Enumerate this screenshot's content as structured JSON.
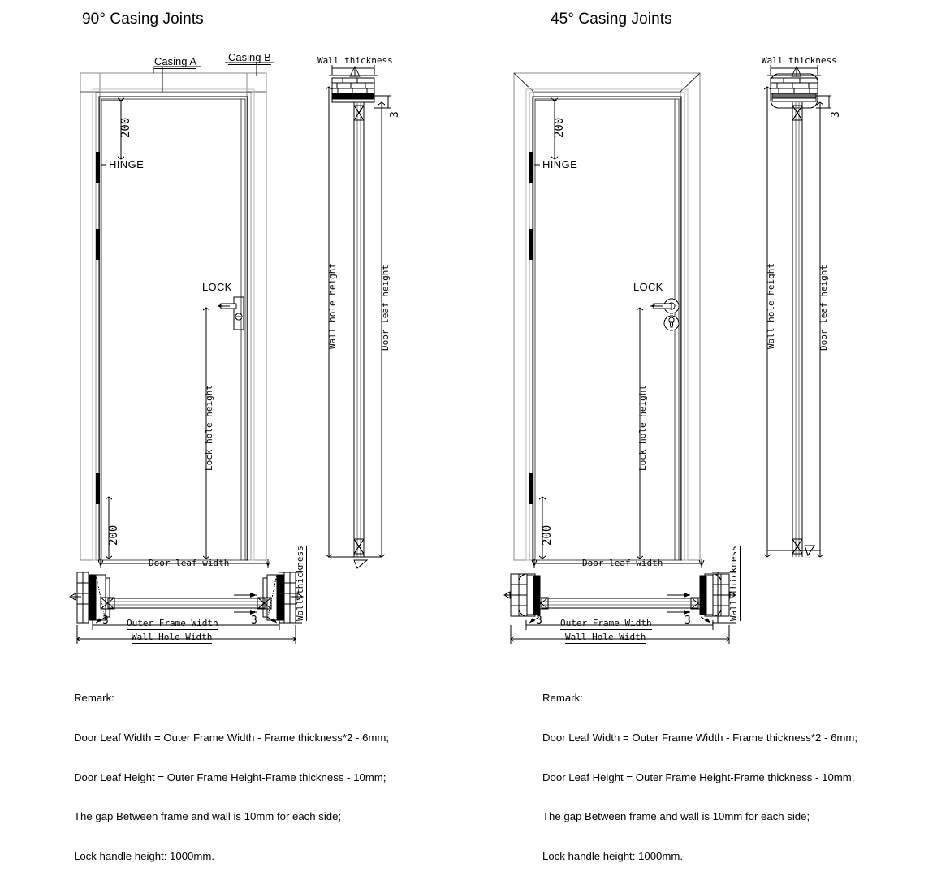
{
  "document": {
    "type": "technical-drawing",
    "subject": "Door frame casing joint details",
    "panels": 2
  },
  "panels": [
    {
      "id": "casing-90",
      "title": "90° Casing Joints",
      "joint_angle": "90°",
      "elevation": {
        "casing_a_label": "Casing A",
        "casing_b_label": "Casing B",
        "hinge_label": "HINGE",
        "hinge_top_offset": "200",
        "hinge_bottom_offset": "200",
        "lock_label": "LOCK",
        "lock_hole_height_label": "Lock hole height",
        "door_leaf_width_label": "Door leaf width",
        "hinge_count": 3,
        "lock_style": "rectangular-backplate"
      },
      "section": {
        "wall_thickness_label": "Wall thickness",
        "wall_hole_height_label": "Wall hole height",
        "door_leaf_height_label": "Door leaf height",
        "gap_dim_top": "3",
        "gap_dim_bottom": "3",
        "casing_end_style": "square"
      },
      "plan": {
        "door_leaf_width_label": "Door leaf width",
        "outer_frame_width_label": "Outer Frame Width",
        "wall_hole_width_label": "Wall Hole Width",
        "wall_thickness_label": "Wall thickness",
        "gap_left": "3",
        "gap_right": "3",
        "casing_profile": "square"
      },
      "remark": {
        "heading": "Remark:",
        "lines": [
          "Door Leaf Width = Outer Frame Width - Frame thickness*2 - 6mm;",
          "Door Leaf Height = Outer Frame Height-Frame thickness - 10mm;",
          "The gap Between frame and wall is 10mm for each side;",
          "Lock handle height: 1000mm."
        ]
      }
    },
    {
      "id": "casing-45",
      "title": "45° Casing Joints",
      "joint_angle": "45°",
      "elevation": {
        "casing_a_label": "",
        "casing_b_label": "",
        "hinge_label": "HINGE",
        "hinge_top_offset": "200",
        "hinge_bottom_offset": "200",
        "lock_label": "LOCK",
        "lock_hole_height_label": "Lock hole height",
        "door_leaf_width_label": "Door leaf width",
        "hinge_count": 3,
        "lock_style": "round-rosette"
      },
      "section": {
        "wall_thickness_label": "Wall thickness",
        "wall_hole_height_label": "Wall hole height",
        "door_leaf_height_label": "Door leaf height",
        "gap_dim_top": "3",
        "gap_dim_bottom": "3",
        "casing_end_style": "rounded"
      },
      "plan": {
        "door_leaf_width_label": "Door leaf width",
        "outer_frame_width_label": "Outer Frame Width",
        "wall_hole_width_label": "Wall Hole Width",
        "wall_thickness_label": "Wall thickness",
        "gap_left": "3",
        "gap_right": "3",
        "casing_profile": "rounded"
      },
      "remark": {
        "heading": "Remark:",
        "lines": [
          "Door Leaf Width = Outer Frame Width - Frame thickness*2 - 6mm;",
          "Door Leaf Height = Outer Frame Height-Frame thickness - 10mm;",
          "The gap Between frame and wall is 10mm for each side;",
          "Lock handle height: 1000mm."
        ]
      }
    }
  ],
  "colors": {
    "line": "#000000",
    "line_light": "#888888",
    "background": "#ffffff",
    "hatch": "#000000"
  }
}
